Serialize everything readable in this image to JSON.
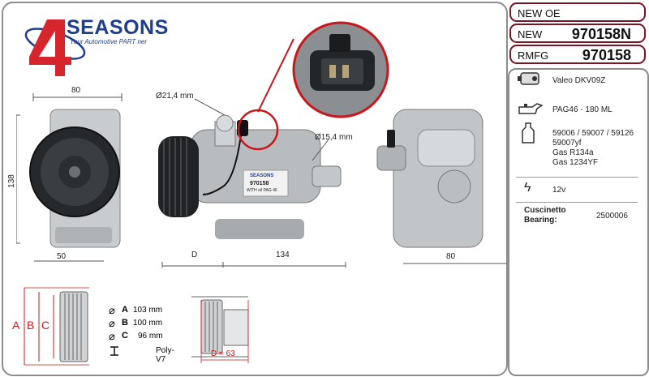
{
  "brand": {
    "name": "SEASONS",
    "digit": "4",
    "tagline": "Your Automotive PART ner"
  },
  "header": {
    "new_oe": "NEW OE",
    "new_label": "NEW",
    "new_code": "970158N",
    "rmfg_label": "RMFG",
    "rmfg_code": "970158"
  },
  "specs": {
    "model": "Valeo DKV09Z",
    "oil": "PAG46 - 180 ML",
    "refs": [
      "59006 / 59007 / 59126",
      "59007yf",
      "Gas R134a",
      "Gas 1234YF"
    ],
    "voltage": "12v",
    "bearing_label_1": "Cuscinetto",
    "bearing_label_2": "Bearing:",
    "bearing_value": "2500006"
  },
  "dimensions": {
    "front_width": "80",
    "front_height": "138",
    "front_bottom": "50",
    "port_large": "Ø21,4 mm",
    "port_small": "Ø15,4 mm",
    "side_d": "D",
    "side_length": "134",
    "rear_width": "80"
  },
  "pulley": {
    "letters": [
      "A",
      "B",
      "C"
    ],
    "rows": [
      {
        "letter": "A",
        "value": "103 mm"
      },
      {
        "letter": "B",
        "value": "100 mm"
      },
      {
        "letter": "C",
        "value": "96 mm"
      }
    ],
    "type": "Poly-V7",
    "d_value": "D = 63"
  },
  "compressor_label": {
    "brand": "SEASONS",
    "code": "970158",
    "note": "WITH oil PAG 46"
  },
  "colors": {
    "brand_blue": "#1f3d8f",
    "brand_red": "#d6262b",
    "header_border": "#7a1422",
    "highlight_red": "#c8181e"
  }
}
